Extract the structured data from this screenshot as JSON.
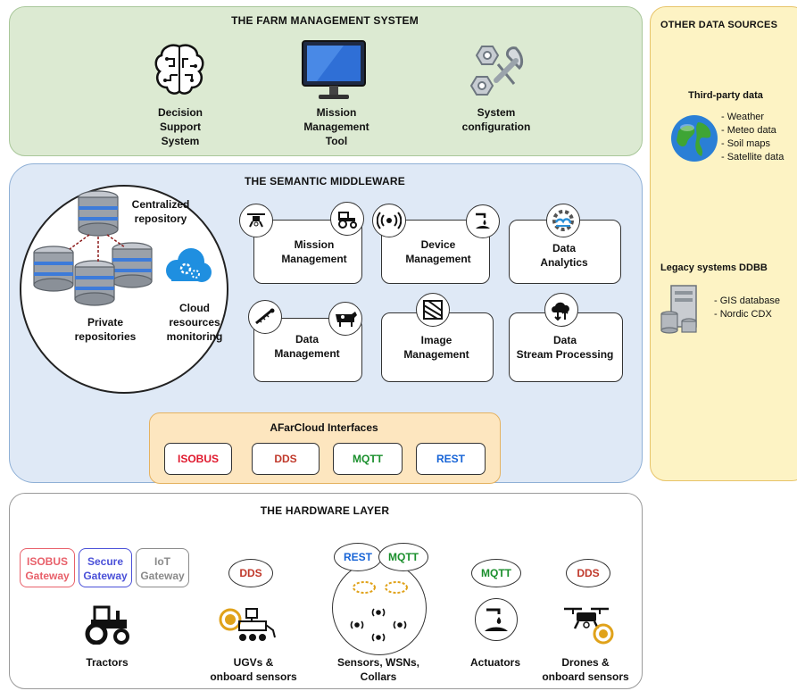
{
  "farm": {
    "title": "THE FARM MANAGEMENT SYSTEM",
    "items": [
      {
        "label_lines": [
          "Decision",
          "Support",
          "System"
        ],
        "icon": "brain-icon"
      },
      {
        "label_lines": [
          "Mission",
          "Management",
          "Tool"
        ],
        "icon": "monitor-icon"
      },
      {
        "label_lines": [
          "System",
          "configuration"
        ],
        "icon": "wrench-nut-icon"
      }
    ]
  },
  "middleware": {
    "title": "THE SEMANTIC MIDDLEWARE",
    "repo": {
      "centralized": [
        "Centralized",
        "repository"
      ],
      "private": [
        "Private",
        "repositories"
      ],
      "cloud": [
        "Cloud",
        "resources",
        "monitoring"
      ]
    },
    "modules": [
      {
        "label_lines": [
          "Mission",
          "Management"
        ],
        "icons": [
          "drone-icon",
          "tractor-icon"
        ]
      },
      {
        "label_lines": [
          "Device",
          "Management"
        ],
        "icons": [
          "wireless-sensor-icon",
          "irrigation-icon"
        ]
      },
      {
        "label_lines": [
          "Data",
          "Analytics"
        ],
        "icons": [
          "cloud-gear-icon"
        ]
      },
      {
        "label_lines": [
          "Data",
          "Management"
        ],
        "icons": [
          "collar-icon",
          "cow-icon"
        ]
      },
      {
        "label_lines": [
          "Image",
          "Management"
        ],
        "icons": [
          "image-icon"
        ]
      },
      {
        "label_lines": [
          "Data",
          "Stream Processing"
        ],
        "icons": [
          "cloud-stream-icon"
        ]
      }
    ],
    "interfaces": {
      "title": "AFarCloud Interfaces",
      "items": [
        {
          "label": "ISOBUS",
          "color": "#e0182d"
        },
        {
          "label": "DDS",
          "color": "#c0392b"
        },
        {
          "label": "MQTT",
          "color": "#1a8f2c"
        },
        {
          "label": "REST",
          "color": "#1663d6"
        }
      ]
    }
  },
  "other": {
    "title": "OTHER DATA SOURCES",
    "third_party": {
      "title": "Third-party data",
      "items": [
        "- Weather",
        "- Meteo data",
        "- Soil maps",
        "- Satellite data"
      ]
    },
    "legacy": {
      "title": "Legacy systems DDBB",
      "items": [
        "- GIS database",
        "- Nordic CDX"
      ]
    }
  },
  "hardware": {
    "title": "THE HARDWARE LAYER",
    "gateways": [
      {
        "lines": [
          "ISOBUS",
          "Gateway"
        ],
        "color": "#e8606a"
      },
      {
        "lines": [
          "Secure",
          "Gateway"
        ],
        "color": "#4a50d8"
      },
      {
        "lines": [
          "IoT",
          "Gateway"
        ],
        "color": "#8a8a8a"
      }
    ],
    "protocols": {
      "ugv": "DDS",
      "sensors_rest": "REST",
      "sensors_mqtt": "MQTT",
      "actuators": "MQTT",
      "drones": "DDS"
    },
    "labels": {
      "tractors": [
        "Tractors"
      ],
      "ugvs": [
        "UGVs &",
        "onboard sensors"
      ],
      "sensors": [
        "Sensors, WSNs,",
        "Collars"
      ],
      "actuators": [
        "Actuators"
      ],
      "drones": [
        "Drones &",
        "onboard sensors"
      ]
    },
    "protocol_colors": {
      "DDS": "#c0392b",
      "REST": "#1663d6",
      "MQTT": "#1a8f2c"
    }
  }
}
